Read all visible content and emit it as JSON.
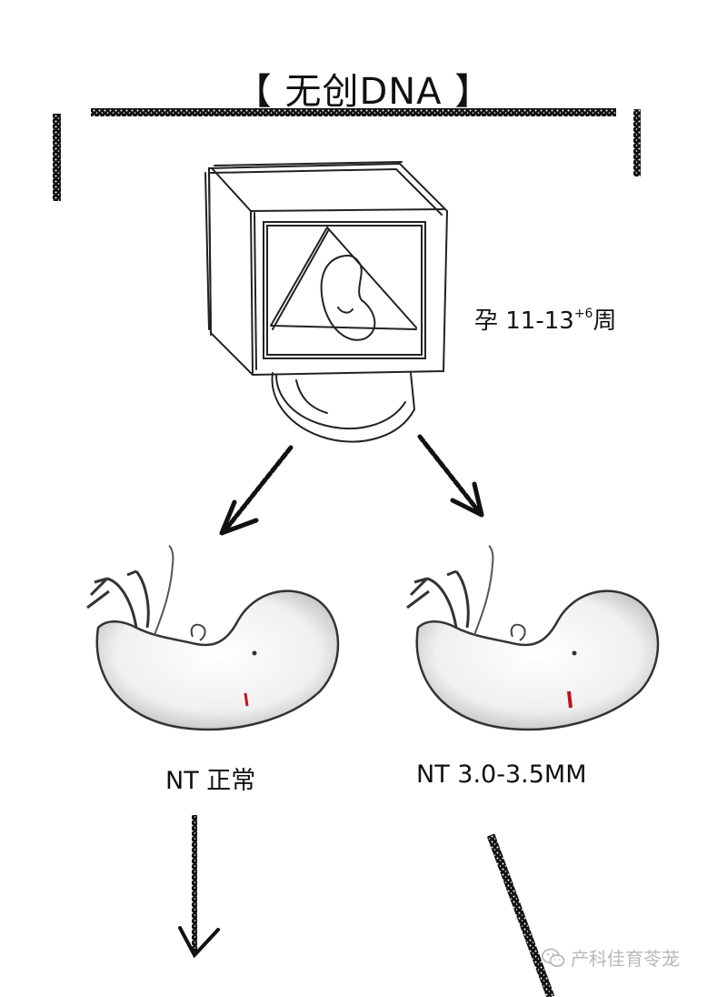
{
  "title": "【 无创DNA 】",
  "gestation": {
    "prefix": "孕 11-13",
    "superscript": "+6",
    "suffix": "周"
  },
  "branches": {
    "left_label": "NT 正常",
    "right_label": "NT 3.0-3.5MM"
  },
  "watermark": {
    "text": "产科佳育苓茏",
    "icon": "wechat-icon"
  },
  "colors": {
    "ink": "#111111",
    "nt_mark": "#c0141a",
    "watermark": "#b9b9b9"
  }
}
